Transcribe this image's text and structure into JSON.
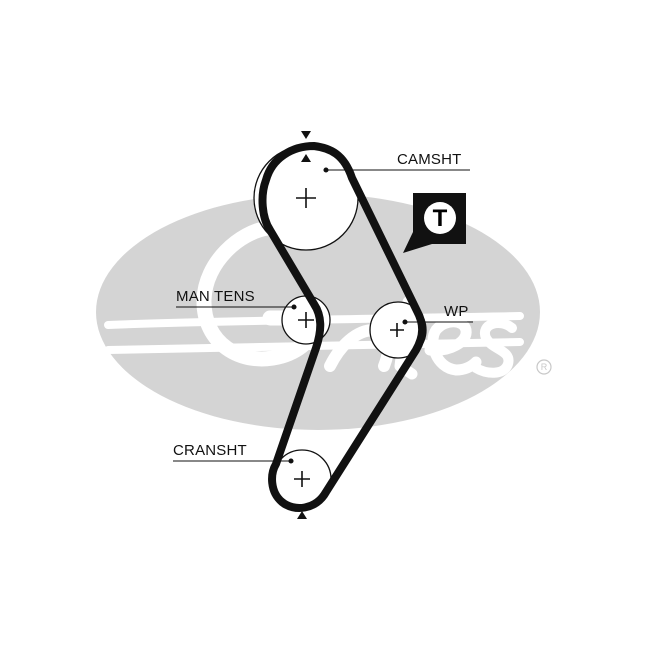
{
  "diagram": {
    "labels": {
      "camshaft": "CAMSHT",
      "manual_tensioner": "MAN TENS",
      "water_pump": "WP",
      "crankshaft": "CRANSHT"
    },
    "tension_badge": "T",
    "registered_mark": "R",
    "colors": {
      "watermark": "#d4d4d4",
      "belt": "#111111",
      "badge": "#111111",
      "background": "#ffffff"
    },
    "watermark_icon": "gates-logo-icon"
  }
}
